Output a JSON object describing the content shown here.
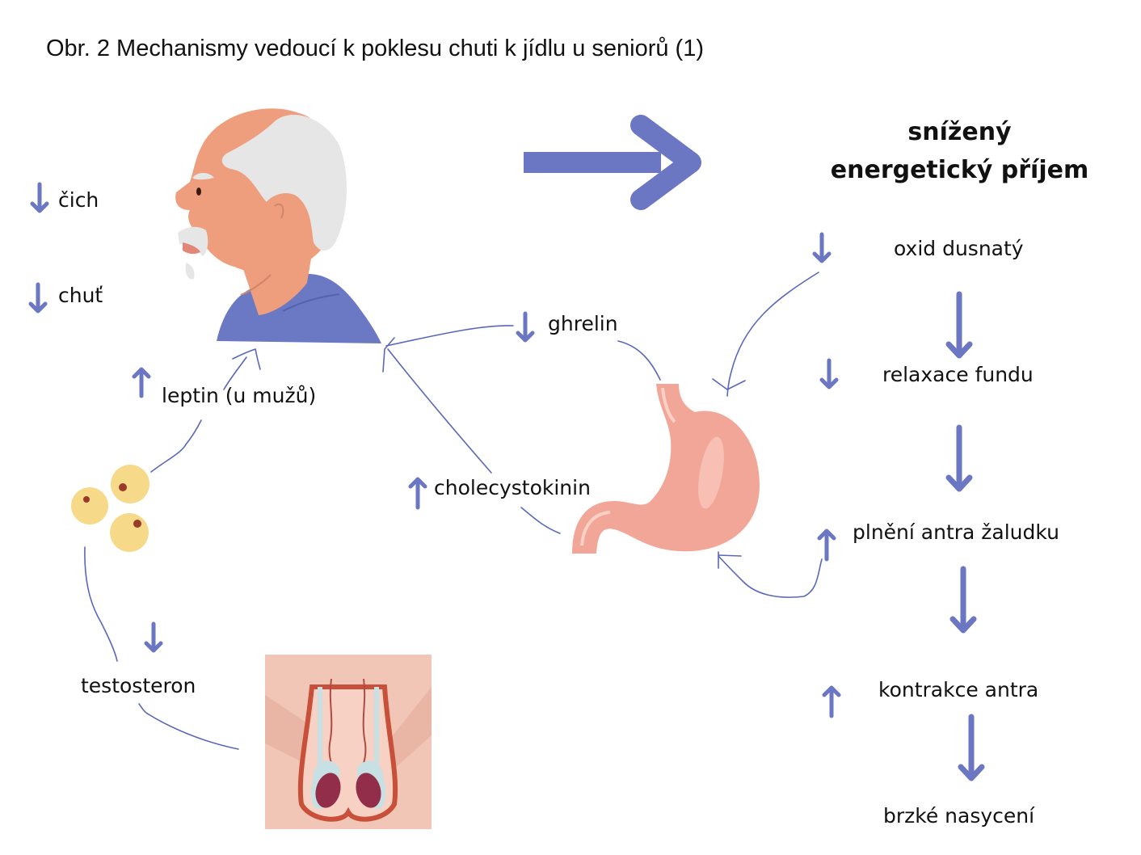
{
  "title": "Obr. 2  Mechanismy vedoucí k poklesu chuti k jídlu u seniorů (1)",
  "colors": {
    "arrow": "#6b77c2",
    "thin_line": "#5a67b8",
    "skin": "#ee9e7d",
    "hair": "#e6e6e6",
    "shirt": "#6b78c4",
    "stomach": "#f2a697",
    "fat_cell": "#f7d98a",
    "fat_nucleus": "#9a3a2a",
    "text": "#111111"
  },
  "outcome": {
    "line1": "snížený",
    "line2": "energetický příjem"
  },
  "left_factors": [
    {
      "label": "čich",
      "direction": "down",
      "icon": "arrow-down-icon"
    },
    {
      "label": "chuť",
      "direction": "down",
      "icon": "arrow-down-icon"
    }
  ],
  "hormones": {
    "leptin": {
      "label": "leptin (u mužů)",
      "direction": "up"
    },
    "testosterone": {
      "label": "testosteron",
      "direction": "down"
    },
    "ghrelin": {
      "label": "ghrelin",
      "direction": "down"
    },
    "cholecystokinin": {
      "label": "cholecystokinin",
      "direction": "up"
    }
  },
  "gastric_chain": [
    {
      "label": "oxid dusnatý",
      "direction": "down"
    },
    {
      "label": "relaxace fundu",
      "direction": "down"
    },
    {
      "label": "plnění antra žaludku",
      "direction": "up"
    },
    {
      "label": "kontrakce antra",
      "direction": "up"
    },
    {
      "label": "brzké nasycení",
      "direction": null
    }
  ],
  "illustrations": [
    "elderly-man-profile",
    "stomach",
    "fat-cells",
    "testes-anatomy"
  ]
}
